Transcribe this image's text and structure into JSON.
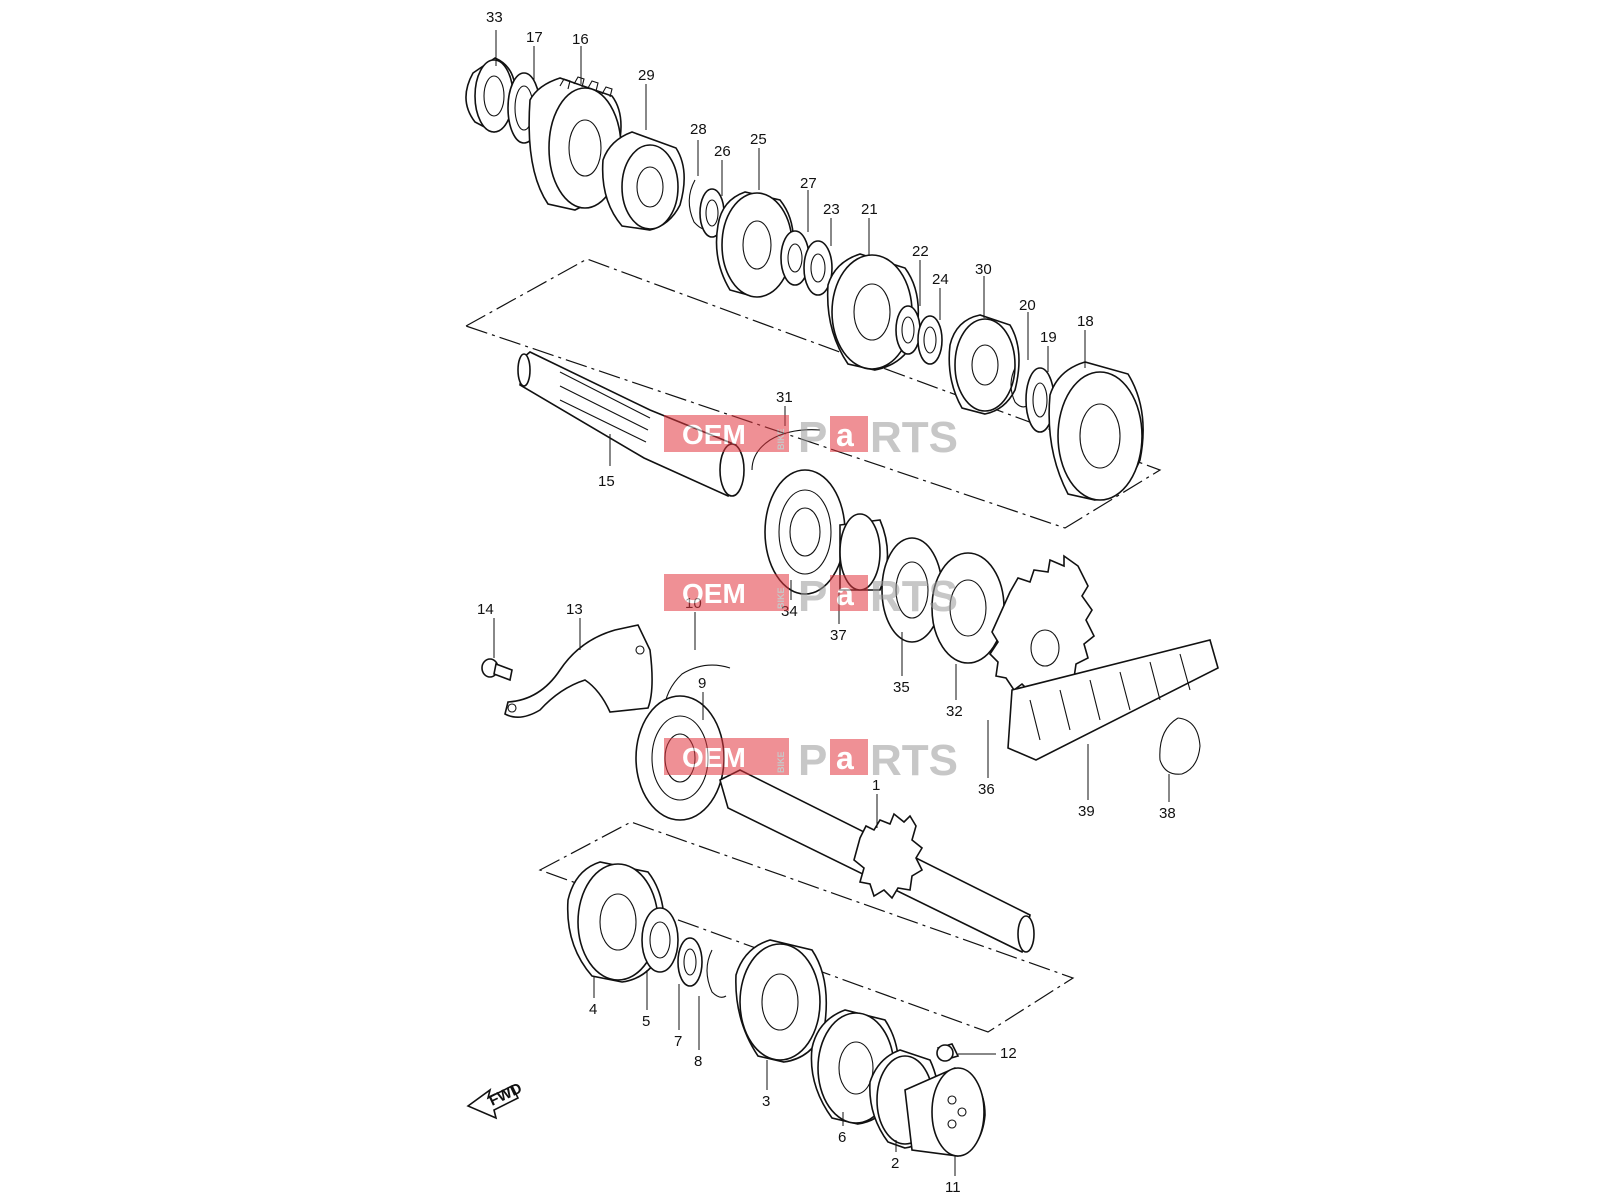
{
  "watermark": {
    "oem": "OEM",
    "bike": "BIKE",
    "p": "P",
    "a": "a",
    "rts": "RTS",
    "color_red": "#e2373f",
    "color_gray": "#9a9a9a"
  },
  "fwd_label": "FWD",
  "callouts": {
    "p1": "1",
    "p2": "2",
    "p3": "3",
    "p4": "4",
    "p5": "5",
    "p6": "6",
    "p7": "7",
    "p8": "8",
    "p9": "9",
    "p10": "10",
    "p11": "11",
    "p12": "12",
    "p13": "13",
    "p14": "14",
    "p15": "15",
    "p16": "16",
    "p17": "17",
    "p18": "18",
    "p19": "19",
    "p20": "20",
    "p21": "21",
    "p22": "22",
    "p23": "23",
    "p24": "24",
    "p25": "25",
    "p26": "26",
    "p27": "27",
    "p28": "28",
    "p29": "29",
    "p30": "30",
    "p31": "31",
    "p32": "32",
    "p33": "33",
    "p34": "34",
    "p35": "35",
    "p36": "36",
    "p37": "37",
    "p38": "38",
    "p39": "39"
  }
}
